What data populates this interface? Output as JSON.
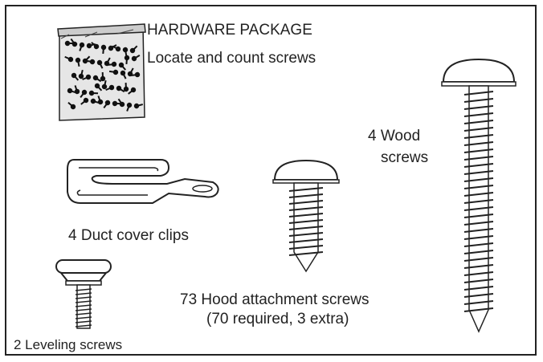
{
  "diagram": {
    "colors": {
      "ink": "#222222",
      "background": "#ffffff",
      "bag": "#e6e6e6"
    },
    "hardware_package": {
      "title": "HARDWARE PACKAGE",
      "instruction": "Locate and count screws",
      "icon": "screw-bag-icon"
    },
    "wood_screws": {
      "label_line1": "4 Wood",
      "label_line2": "screws",
      "icon": "long-wood-screw-icon"
    },
    "duct_clips": {
      "label": "4 Duct cover clips",
      "icon": "duct-clip-icon"
    },
    "hood_screws": {
      "label_line1": "73 Hood attachment screws",
      "label_line2": "(70 required, 3 extra)",
      "icon": "hood-screw-icon"
    },
    "leveling_screws": {
      "label": "2 Leveling screws",
      "icon": "leveling-screw-icon"
    }
  }
}
